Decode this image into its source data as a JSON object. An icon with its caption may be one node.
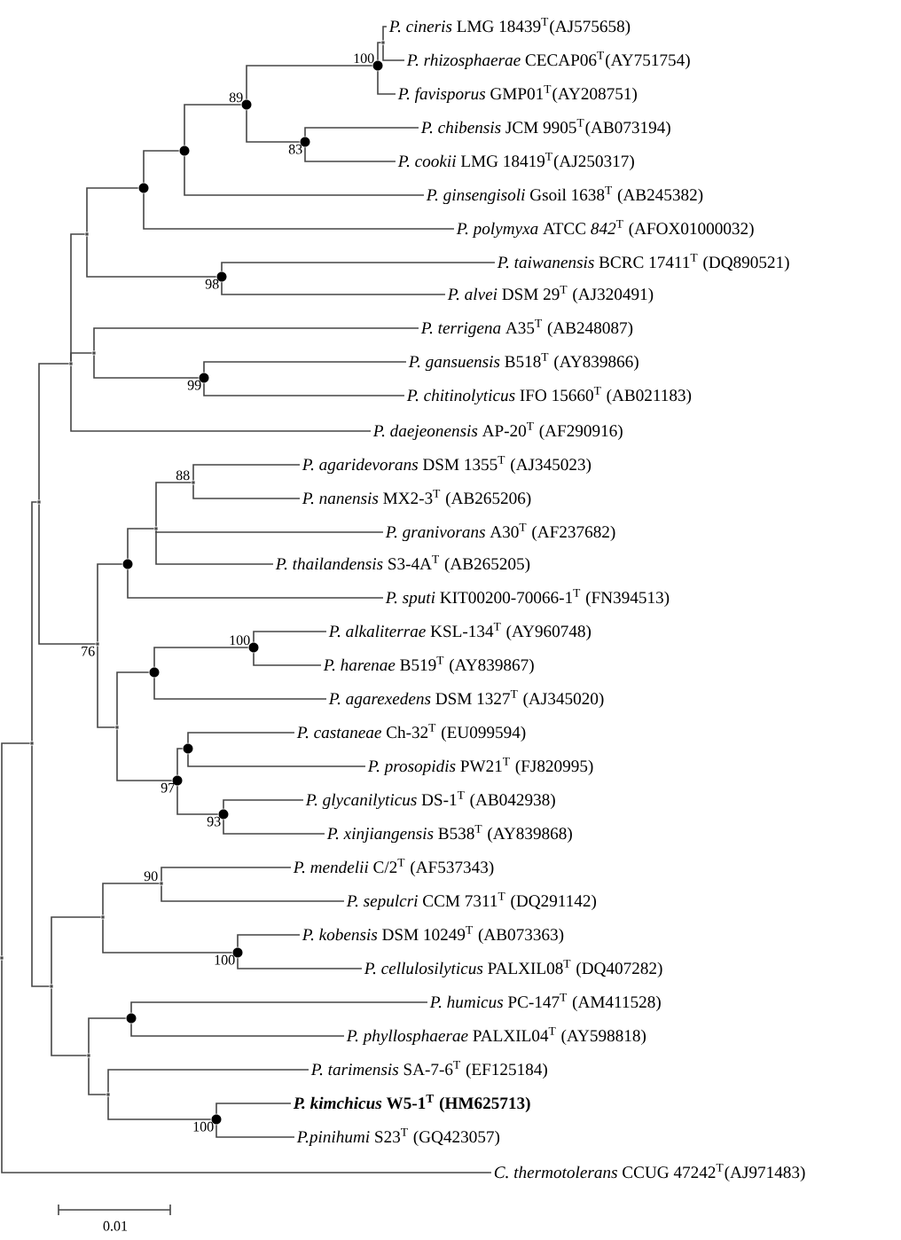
{
  "diagram": {
    "nodes": [
      {
        "text": [
          "*P. cineris* LMG 18439$^{T}$(AJ575658)"
        ]
      },
      {
        "text": [
          "*P. rhizosphaerae* CECAP06$^{T}$(AY751754)"
        ]
      },
      {
        "text": [
          "*P. favisporus* GMP01$^{T}$(AY208751)"
        ]
      },
      {
        "text": [
          "*P. chibensis* JCM 9905$^{T}$(AB073194)"
        ]
      },
      {
        "text": [
          "*P. cookii* LMG 18419$^{T}$(AJ250317)"
        ]
      },
      {
        "text": [
          "*P. ginsengisoli* Gsoil 1638$^{T}$ (AB245382)"
        ]
      },
      {
        "text": [
          "*P. polymyxa* ATCC *842*$^{T}$ (AFOX01000032)"
        ]
      },
      {
        "text": [
          "*P. taiwanensis* BCRC 17411$^{T}$ (DQ890521)"
        ]
      },
      {
        "text": [
          "*P. alvei* DSM 29$^{T}$ (AJ320491)"
        ]
      },
      {
        "text": [
          "*P. terrigena* A35$^{T}$ (AB248087)"
        ]
      },
      {
        "text": [
          "*P. gansuensis* B518$^{T}$ (AY839866)"
        ]
      },
      {
        "text": [
          "*P. chitinolyticus* IFO 15660$^{T}$ (AB021183)"
        ]
      },
      {
        "text": [
          "*P. daejeonensis* AP-20$^{T}$ (AF290916)"
        ]
      },
      {
        "text": [
          "*P. agaridevorans* DSM 1355$^{T}$ (AJ345023)"
        ]
      },
      {
        "text": [
          "*P. nanensis* MX2-3$^{T}$ (AB265206)"
        ]
      },
      {
        "text": [
          "*P. granivorans* A30$^{T}$ (AF237682)"
        ]
      },
      {
        "text": [
          "*P. thailandensis* S3-4A$^{T}$ (AB265205)"
        ]
      },
      {
        "text": [
          "*P. sputi* KIT00200-70066-1$^{T}$ (FN394513)"
        ]
      },
      {
        "text": [
          "*P. alkaliterrae* KSL-134$^{T}$ (AY960748)"
        ]
      },
      {
        "text": [
          "*P. harenae* B519$^{T}$ (AY839867)"
        ]
      },
      {
        "text": [
          "*P. agarexedens* DSM 1327$^{T}$ (AJ345020)"
        ]
      },
      {
        "text": [
          "*P. castaneae* Ch-32$^{T}$ (EU099594)"
        ]
      },
      {
        "text": [
          "*P. prosopidis* PW21$^{T}$ (FJ820995)"
        ]
      },
      {
        "text": [
          "*P. glycanilyticus* DS-1$^{T}$ (AB042938)"
        ]
      },
      {
        "text": [
          "*P. xinjiangensis* B538$^{T}$ (AY839868)"
        ]
      },
      {
        "text": [
          "*P. mendelii* C/2$^{T}$ (AF537343)"
        ]
      },
      {
        "text": [
          "*P. sepulcri* CCM 7311$^{T}$ (DQ291142)"
        ]
      },
      {
        "text": [
          "*P. kobensis* DSM 10249$^{T}$ (AB073363)"
        ]
      },
      {
        "text": [
          "*P. cellulosilyticus* PALXIL08$^{T}$ (DQ407282)"
        ]
      },
      {
        "text": [
          "*P. humicus* PC-147$^{T}$ (AM411528)"
        ]
      },
      {
        "text": [
          "*P. phyllosphaerae* PALXIL04$^{T}$ (AY598818)"
        ]
      },
      {
        "text": [
          "*P. tarimensis* SA-7-6$^{T}$ (EF125184)"
        ]
      },
      {
        "text": [
          "*P. kimchicus* W5-1$^{T}$ (HM625713)"
        ]
      },
      {
        "text": [
          "*P.pinihumi* S23$^{T}$ (GQ423057)"
        ]
      },
      {
        "text": [
          "*C. thermotolerans* CCUG 47242$^{T}$(AJ971483)"
        ]
      },
      {
        "text": [],
        "shape": "point"
      },
      {
        "text": [],
        "shape": "circle",
        "beside": [
          "100"
        ]
      },
      {
        "text": [],
        "shape": "circle",
        "beside": [
          "83"
        ]
      },
      {
        "text": [],
        "shape": "circle",
        "beside": [
          "89"
        ]
      },
      {
        "text": [],
        "shape": "circle"
      },
      {
        "text": [],
        "shape": "circle"
      },
      {
        "text": [],
        "shape": "circle",
        "beside": [
          "98"
        ]
      },
      {
        "text": [],
        "shape": "point"
      },
      {
        "text": [],
        "shape": "circle",
        "beside": [
          "99"
        ]
      },
      {
        "text": [],
        "shape": "point"
      },
      {
        "text": [],
        "shape": "point"
      },
      {
        "text": [],
        "shape": "point",
        "beside": [
          "88"
        ]
      },
      {
        "text": [],
        "shape": "point"
      },
      {
        "text": [],
        "shape": "circle"
      },
      {
        "text": [],
        "shape": "circle",
        "beside": [
          "100"
        ]
      },
      {
        "text": [],
        "shape": "circle"
      },
      {
        "text": [],
        "shape": "circle"
      },
      {
        "text": [],
        "shape": "circle",
        "beside": [
          "93"
        ]
      },
      {
        "text": [],
        "shape": "circle",
        "beside": [
          "97"
        ]
      },
      {
        "text": [],
        "shape": "point"
      },
      {
        "text": [],
        "shape": "point",
        "beside": [
          "76"
        ]
      },
      {
        "text": [],
        "shape": "point"
      },
      {
        "text": [],
        "shape": "point",
        "beside": [
          "90"
        ]
      },
      {
        "text": [],
        "shape": "circle",
        "beside": [
          "100"
        ]
      },
      {
        "text": [],
        "shape": "point"
      },
      {
        "text": [],
        "shape": "circle"
      },
      {
        "text": [],
        "shape": "circle",
        "beside": [
          "100"
        ]
      },
      {
        "text": [],
        "shape": "point"
      },
      {
        "text": [],
        "shape": "point"
      },
      {
        "text": [],
        "shape": "point"
      },
      {
        "text": [],
        "shape": "point"
      },
      {
        "text": [],
        "shape": "point"
      }
    ],
    "edges": [
      {
        "from": 35,
        "to": 0,
        "arrow": "none"
      },
      {
        "from": 35,
        "to": 1,
        "arrow": "none"
      },
      {
        "from": 36,
        "to": 35,
        "arrow": "none"
      },
      {
        "from": 36,
        "to": 2,
        "arrow": "none"
      },
      {
        "from": 37,
        "to": 3,
        "arrow": "none"
      },
      {
        "from": 37,
        "to": 4,
        "arrow": "none"
      },
      {
        "from": 38,
        "to": 36,
        "arrow": "none"
      },
      {
        "from": 38,
        "to": 37,
        "arrow": "none"
      },
      {
        "from": 39,
        "to": 38,
        "arrow": "none"
      },
      {
        "from": 39,
        "to": 5,
        "arrow": "none"
      },
      {
        "from": 40,
        "to": 39,
        "arrow": "none"
      },
      {
        "from": 40,
        "to": 6,
        "arrow": "none"
      },
      {
        "from": 41,
        "to": 7,
        "arrow": "none"
      },
      {
        "from": 41,
        "to": 8,
        "arrow": "none"
      },
      {
        "from": 42,
        "to": 40,
        "arrow": "none"
      },
      {
        "from": 42,
        "to": 41,
        "arrow": "none"
      },
      {
        "from": 43,
        "to": 10,
        "arrow": "none"
      },
      {
        "from": 43,
        "to": 11,
        "arrow": "none"
      },
      {
        "from": 44,
        "to": 9,
        "arrow": "none"
      },
      {
        "from": 44,
        "to": 43,
        "arrow": "none"
      },
      {
        "from": 45,
        "to": 42,
        "arrow": "none"
      },
      {
        "from": 45,
        "to": 44,
        "arrow": "none"
      },
      {
        "from": 45,
        "to": 12,
        "arrow": "none"
      },
      {
        "from": 46,
        "to": 13,
        "arrow": "none"
      },
      {
        "from": 46,
        "to": 14,
        "arrow": "none"
      },
      {
        "from": 47,
        "to": 46,
        "arrow": "none"
      },
      {
        "from": 47,
        "to": 15,
        "arrow": "none"
      },
      {
        "from": 47,
        "to": 16,
        "arrow": "none"
      },
      {
        "from": 48,
        "to": 47,
        "arrow": "none"
      },
      {
        "from": 48,
        "to": 17,
        "arrow": "none"
      },
      {
        "from": 49,
        "to": 18,
        "arrow": "none"
      },
      {
        "from": 49,
        "to": 19,
        "arrow": "none"
      },
      {
        "from": 50,
        "to": 49,
        "arrow": "none"
      },
      {
        "from": 50,
        "to": 20,
        "arrow": "none"
      },
      {
        "from": 51,
        "to": 21,
        "arrow": "none"
      },
      {
        "from": 51,
        "to": 22,
        "arrow": "none"
      },
      {
        "from": 52,
        "to": 23,
        "arrow": "none"
      },
      {
        "from": 52,
        "to": 24,
        "arrow": "none"
      },
      {
        "from": 53,
        "to": 51,
        "arrow": "none"
      },
      {
        "from": 53,
        "to": 52,
        "arrow": "none"
      },
      {
        "from": 54,
        "to": 50,
        "arrow": "none"
      },
      {
        "from": 54,
        "to": 53,
        "arrow": "none"
      },
      {
        "from": 55,
        "to": 48,
        "arrow": "none"
      },
      {
        "from": 55,
        "to": 54,
        "arrow": "none"
      },
      {
        "from": 56,
        "to": 45,
        "arrow": "none"
      },
      {
        "from": 56,
        "to": 55,
        "arrow": "none"
      },
      {
        "from": 57,
        "to": 25,
        "arrow": "none"
      },
      {
        "from": 57,
        "to": 26,
        "arrow": "none"
      },
      {
        "from": 58,
        "to": 27,
        "arrow": "none"
      },
      {
        "from": 58,
        "to": 28,
        "arrow": "none"
      },
      {
        "from": 59,
        "to": 57,
        "arrow": "none"
      },
      {
        "from": 59,
        "to": 58,
        "arrow": "none"
      },
      {
        "from": 60,
        "to": 29,
        "arrow": "none"
      },
      {
        "from": 60,
        "to": 30,
        "arrow": "none"
      },
      {
        "from": 61,
        "to": 32,
        "arrow": "none"
      },
      {
        "from": 61,
        "to": 33,
        "arrow": "none"
      },
      {
        "from": 62,
        "to": 31,
        "arrow": "none"
      },
      {
        "from": 62,
        "to": 61,
        "arrow": "none"
      },
      {
        "from": 63,
        "to": 60,
        "arrow": "none"
      },
      {
        "from": 63,
        "to": 62,
        "arrow": "none"
      },
      {
        "from": 64,
        "to": 59,
        "arrow": "none"
      },
      {
        "from": 64,
        "to": 63,
        "arrow": "none"
      },
      {
        "from": 65,
        "to": 56,
        "arrow": "none"
      },
      {
        "from": 65,
        "to": 64,
        "arrow": "none"
      },
      {
        "from": 66,
        "to": 65,
        "arrow": "none"
      },
      {
        "from": 66,
        "to": 34,
        "arrow": "none"
      }
    ],
    "labels": [
      "0.01"
    ]
  }
}
